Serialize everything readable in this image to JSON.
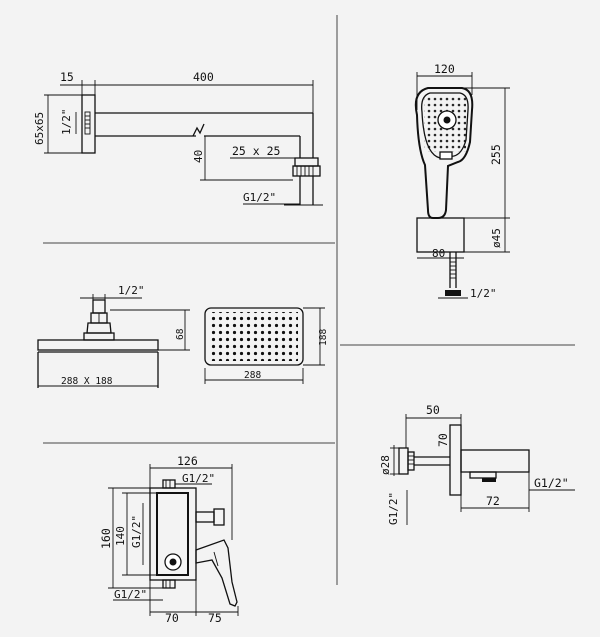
{
  "shower_arm": {
    "dim_wall_flange": "15",
    "dim_arm_length": "400",
    "dim_flange_size": "65x65",
    "dim_inlet": "1/2\"",
    "dim_drop": "40",
    "dim_square": "25 x 25",
    "dim_outlet": "G1/2\""
  },
  "hand_shower": {
    "dim_head_width": "120",
    "dim_total_height": "255",
    "dim_holder_dia": "ø45",
    "dim_holder_width": "80",
    "dim_connection": "1/2\""
  },
  "overhead_shower": {
    "dim_connection": "1/2\"",
    "dim_height": "68",
    "dim_size": "288 X 188",
    "dim_plan_width": "288",
    "dim_plan_depth": "188"
  },
  "bath_spout": {
    "dim_projection": "50",
    "dim_plate": "70",
    "dim_diameter": "ø28",
    "dim_inlet": "G1/2\"",
    "dim_outlet": "G1/2\"",
    "dim_length": "72"
  },
  "concealed_mixer": {
    "dim_width": "126",
    "dim_top_conn": "G1/2\"",
    "dim_outer_height": "160",
    "dim_inner_height": "140",
    "dim_side_conn": "G1/2\"",
    "dim_bottom_conn": "G1/2\"",
    "dim_depth": "70",
    "dim_lever": "75"
  }
}
